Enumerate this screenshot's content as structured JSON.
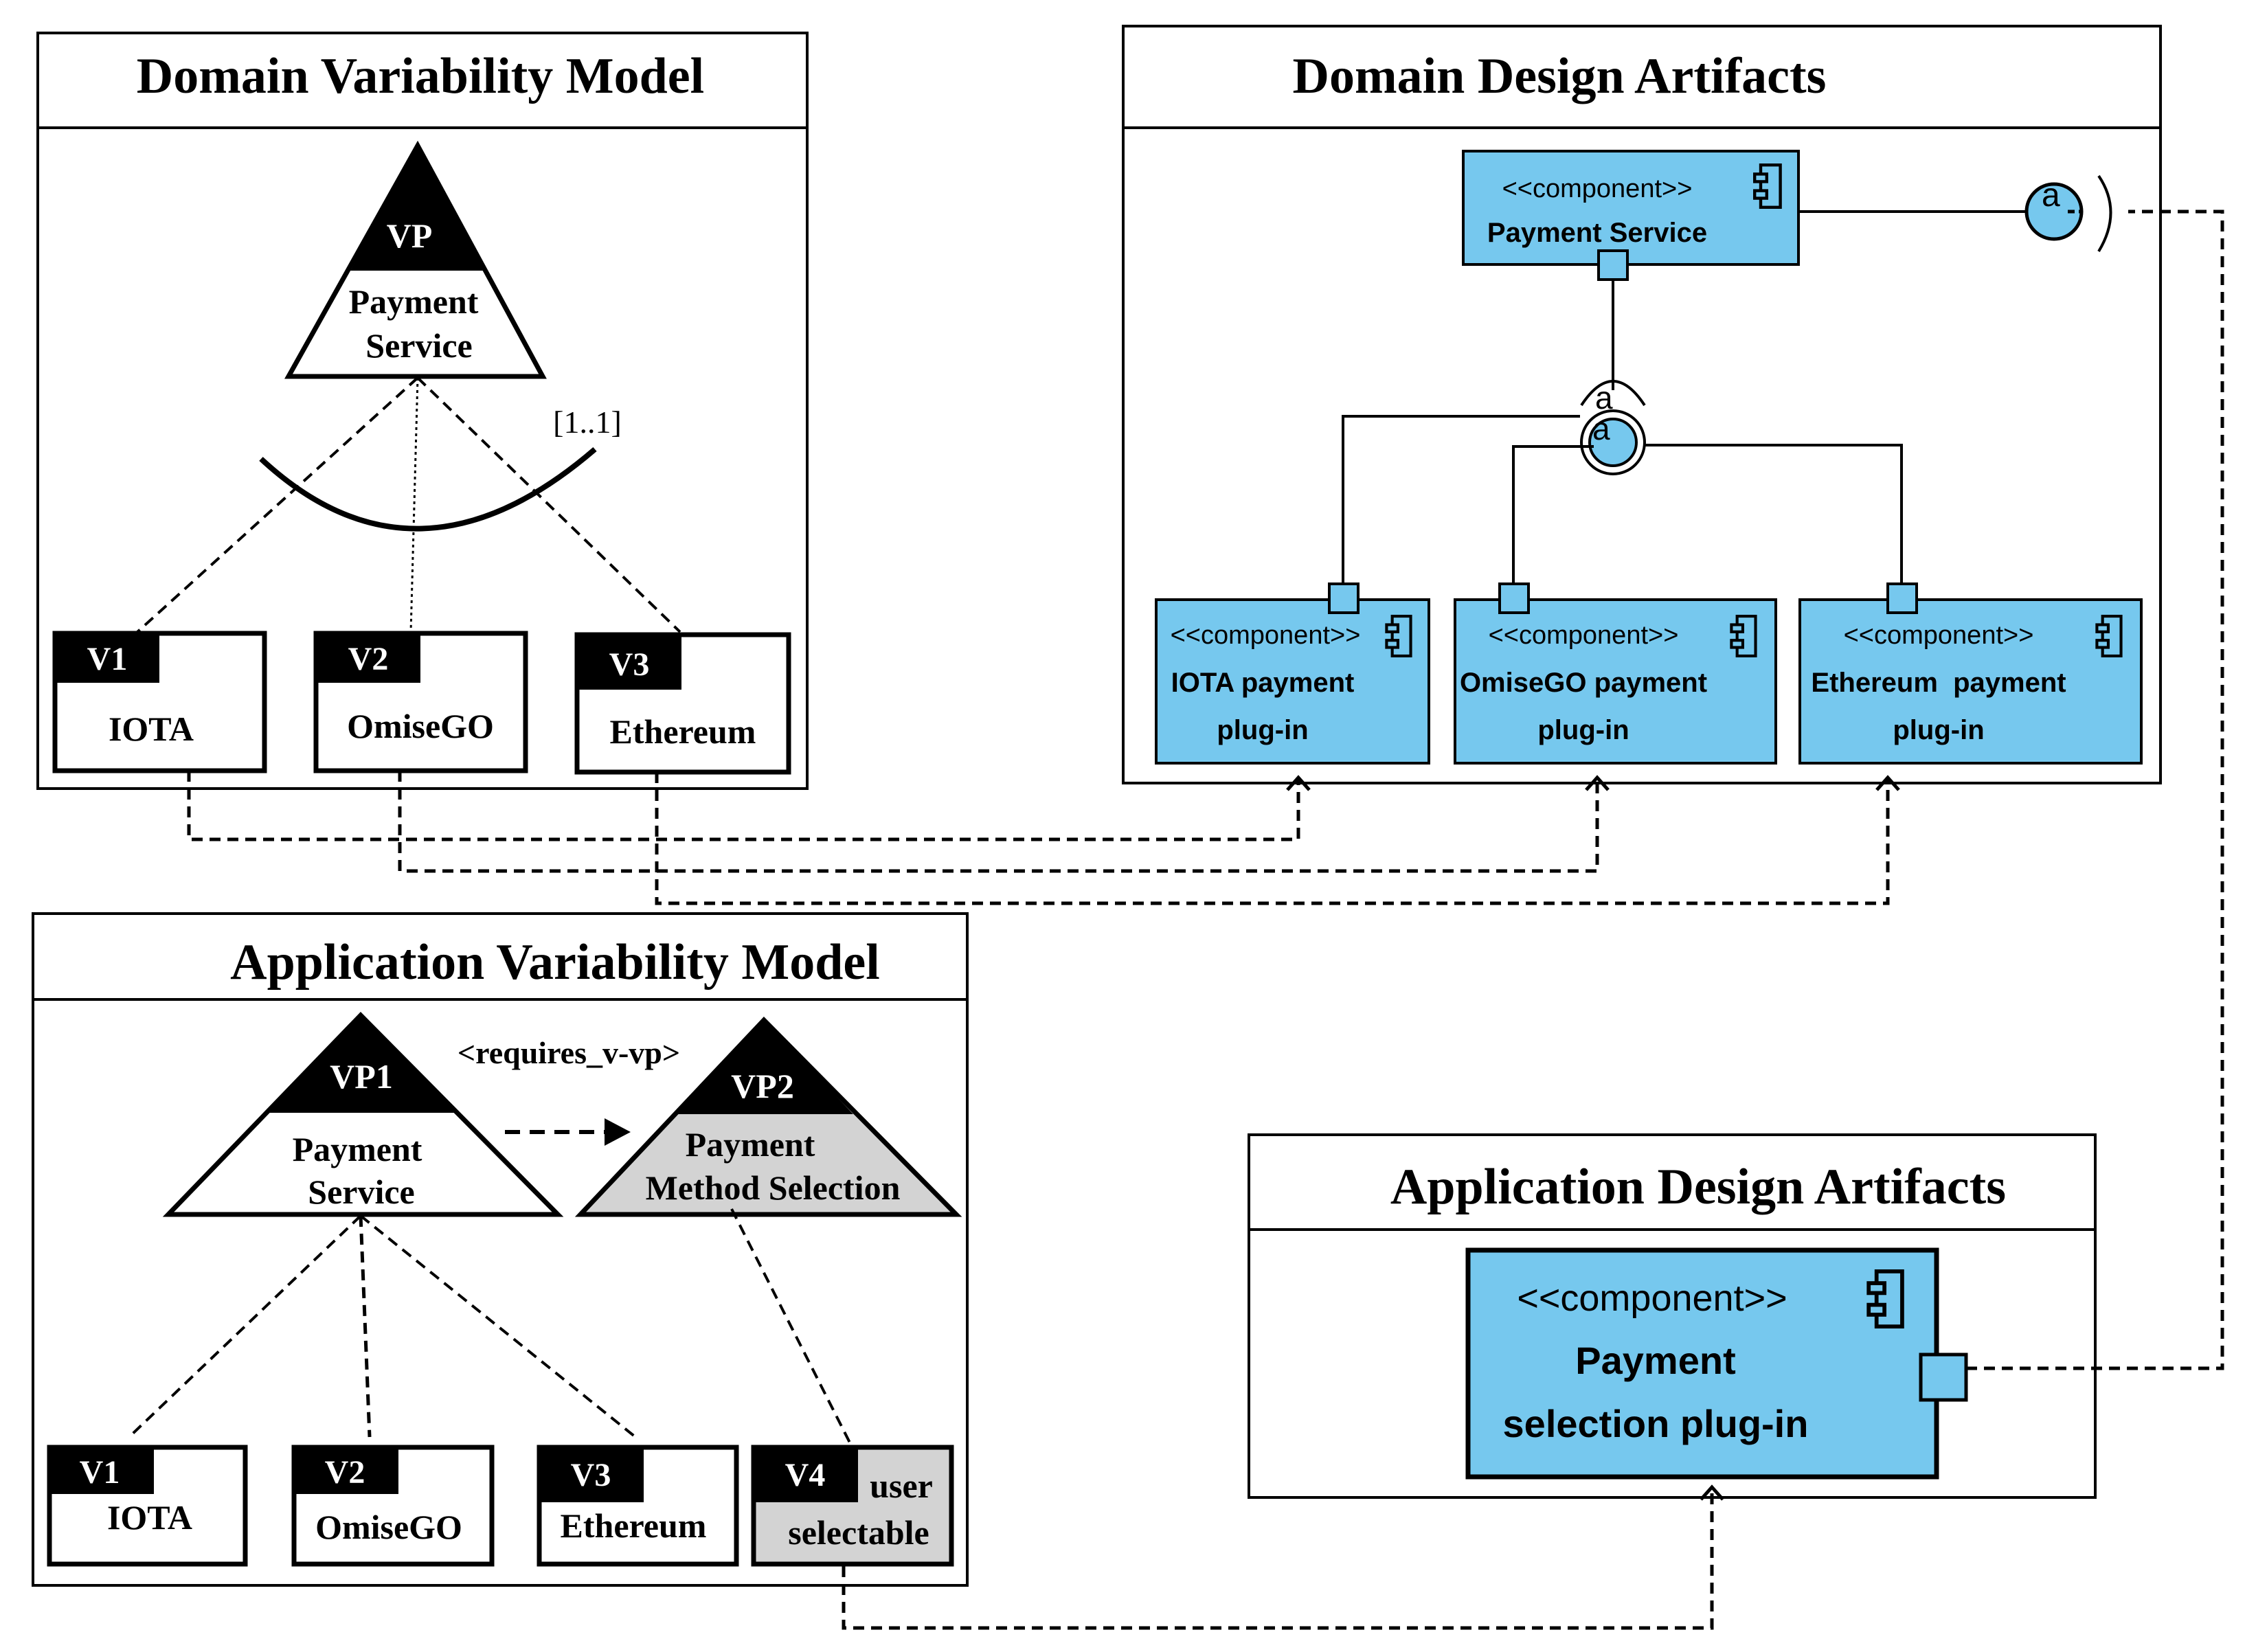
{
  "colors": {
    "component_fill": "#76C8EE",
    "selected_fill": "#D3D3D3",
    "stroke": "#000000"
  },
  "domain_variability_model": {
    "title": "Domain Variability Model",
    "vp": {
      "tag": "VP",
      "label_line1": "Payment",
      "label_line2": "Service"
    },
    "cardinality": "[1..1]",
    "variants": [
      {
        "tag": "V1",
        "name": "IOTA"
      },
      {
        "tag": "V2",
        "name": "OmiseGO"
      },
      {
        "tag": "V3",
        "name": "Ethereum"
      }
    ]
  },
  "domain_design_artifacts": {
    "title": "Domain Design Artifacts",
    "service": {
      "stereotype": "<<component>>",
      "name": "Payment Service"
    },
    "interface_label": "a",
    "plugins": [
      {
        "stereotype": "<<component>>",
        "name_line1": "IOTA payment",
        "name_line2": "plug-in"
      },
      {
        "stereotype": "<<component>>",
        "name_line1": "OmiseGO payment",
        "name_line2": "plug-in"
      },
      {
        "stereotype": "<<component>>",
        "name_line1": "Ethereum  payment",
        "name_line2": "plug-in"
      }
    ]
  },
  "application_variability_model": {
    "title": "Application Variability Model",
    "vp1": {
      "tag": "VP1",
      "label_line1": "Payment",
      "label_line2": "Service"
    },
    "vp2": {
      "tag": "VP2",
      "label_line1": "Payment",
      "label_line2": "Method Selection"
    },
    "relation_label": "<requires_v-vp>",
    "variants": [
      {
        "tag": "V1",
        "name": "IOTA"
      },
      {
        "tag": "V2",
        "name": "OmiseGO"
      },
      {
        "tag": "V3",
        "name": "Ethereum"
      }
    ],
    "v4": {
      "tag": "V4",
      "line1": "user",
      "line2": "selectable"
    }
  },
  "application_design_artifacts": {
    "title": "Application Design Artifacts",
    "component": {
      "stereotype": "<<component>>",
      "name_line1": "Payment",
      "name_line2": "selection plug-in"
    }
  }
}
